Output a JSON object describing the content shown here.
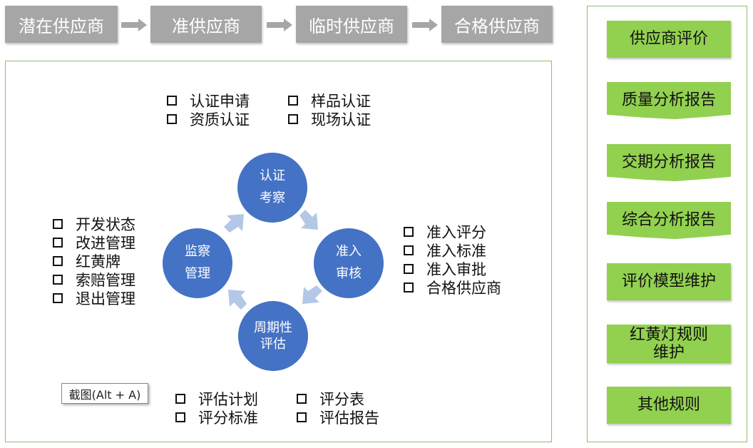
{
  "flow": {
    "stages": [
      "潜在供应商",
      "准供应商",
      "临时供应商",
      "合格供应商"
    ]
  },
  "cycle": {
    "nodes": {
      "certify": [
        "认证",
        "考察"
      ],
      "admit": [
        "准入",
        "审核"
      ],
      "evaluate": [
        "周期性",
        "评估"
      ],
      "monitor": [
        "监察",
        "管理"
      ]
    },
    "groups": {
      "certify_items": [
        "认证申请",
        "资质认证"
      ],
      "certify_items2": [
        "样品认证",
        "现场认证"
      ],
      "admit_items": [
        "准入评分",
        "准入标准",
        "准入审批",
        "合格供应商"
      ],
      "evaluate_items": [
        "评估计划",
        "评分标准"
      ],
      "evaluate_items2": [
        "评分表",
        "评估报告"
      ],
      "monitor_items": [
        "开发状态",
        "改进管理",
        "红黄牌",
        "索赔管理",
        "退出管理"
      ]
    }
  },
  "tooltip": "截图(Alt + A)",
  "sidebar": {
    "items": [
      "供应商评价",
      "质量分析报告",
      "交期分析报告",
      "综合分析报告",
      "评价模型维护",
      "红黄灯规则\n维护",
      "其他规则"
    ]
  },
  "colors": {
    "stage_gray": "#a6a6a6",
    "circle_blue": "#4472c4",
    "button_green": "#92d050",
    "frame_green": "#8fbf6a",
    "arrow_lightblue": "#b4c7e7"
  }
}
